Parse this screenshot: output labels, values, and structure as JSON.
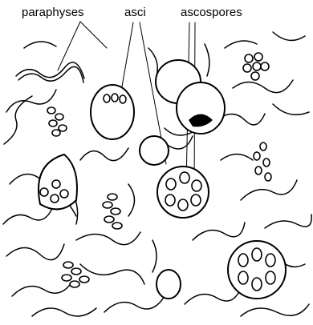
{
  "labels": {
    "paraphyses": "paraphyses",
    "asci": "asci",
    "ascospores": "ascospores"
  },
  "colors": {
    "ink": "#000000",
    "background": "#ffffff"
  }
}
